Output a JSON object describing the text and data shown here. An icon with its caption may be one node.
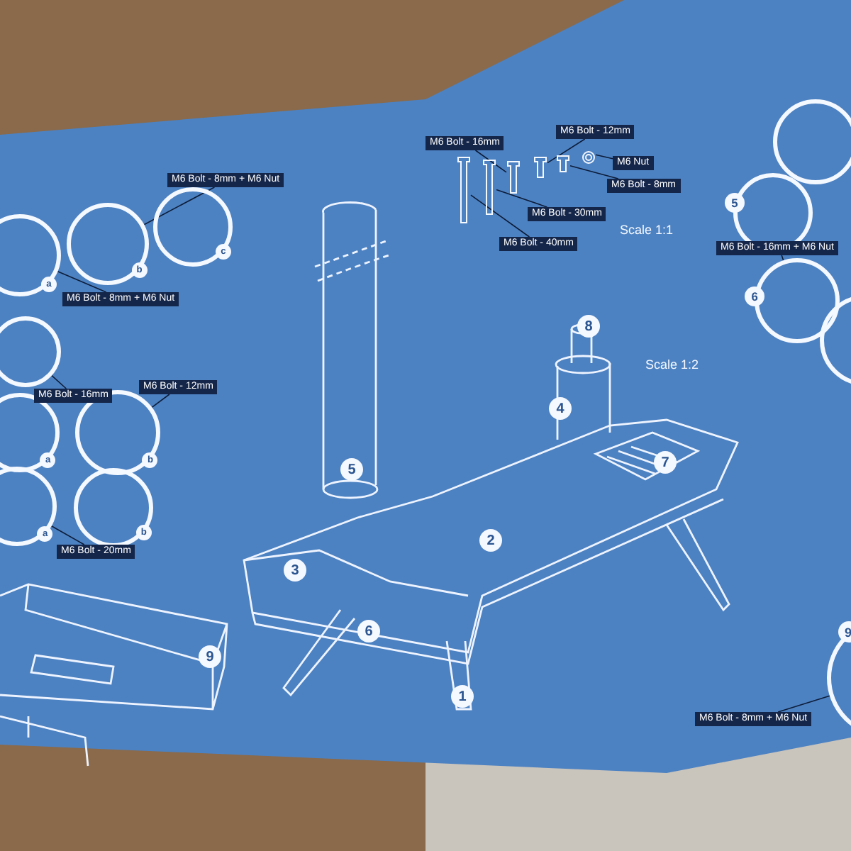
{
  "diagram": {
    "nodes": [
      {
        "text": [
          "M6 Bolt - 16mm"
        ]
      },
      {
        "text": [
          "M6 Bolt - 12mm"
        ]
      },
      {
        "text": [
          "M6 Nut"
        ]
      },
      {
        "text": [
          "M6 Bolt - 8mm"
        ]
      },
      {
        "text": [
          "M6 Bolt - 30mm"
        ]
      },
      {
        "text": [
          "M6 Bolt - 40mm"
        ]
      },
      {
        "text": [],
        "shape": "bolt"
      },
      {
        "text": [],
        "shape": "bolt"
      },
      {
        "text": [],
        "shape": "bolt"
      },
      {
        "text": [],
        "shape": "bolt"
      },
      {
        "text": [],
        "shape": "bolt"
      },
      {
        "text": [],
        "shape": "nut"
      },
      {
        "text": [
          "a"
        ]
      },
      {
        "text": [
          "b"
        ]
      },
      {
        "text": [
          "c"
        ]
      },
      {
        "text": [
          "M6 Bolt - 8mm + M6 Nut"
        ]
      },
      {
        "text": [
          "M6 Bolt - 8mm + M6 Nut"
        ]
      },
      {
        "text": [],
        "shape": "circle"
      },
      {
        "text": [
          "M6 Bolt - 16mm"
        ]
      },
      {
        "text": [
          "a"
        ]
      },
      {
        "text": [
          "b"
        ]
      },
      {
        "text": [
          "M6 Bolt - 12mm"
        ]
      },
      {
        "text": [
          "a"
        ]
      },
      {
        "text": [
          "b"
        ]
      },
      {
        "text": [
          "M6 Bolt - 20mm"
        ]
      },
      {
        "text": [
          "5"
        ]
      },
      {
        "text": [
          "6"
        ]
      },
      {
        "text": [
          "M6 Bolt - 16mm + M6 Nut"
        ]
      },
      {
        "text": [],
        "shape": "circle"
      },
      {
        "text": [],
        "shape": "circle"
      },
      {
        "text": [
          "9"
        ]
      },
      {
        "text": [
          "M6 Bolt - 8mm + M6 Nut"
        ]
      }
    ],
    "edges": [
      {
        "from": 0,
        "to": 8,
        "arrow": "none"
      },
      {
        "from": 1,
        "to": 9,
        "arrow": "none"
      },
      {
        "from": 2,
        "to": 11,
        "arrow": "none"
      },
      {
        "from": 3,
        "to": 10,
        "arrow": "none"
      },
      {
        "from": 4,
        "to": 7,
        "arrow": "none"
      },
      {
        "from": 5,
        "to": 6,
        "arrow": "none"
      },
      {
        "from": 15,
        "to": 13,
        "arrow": "none"
      },
      {
        "from": 16,
        "to": 12,
        "arrow": "none"
      },
      {
        "from": 18,
        "to": 17,
        "arrow": "none"
      },
      {
        "from": 21,
        "to": 20,
        "arrow": "none"
      },
      {
        "from": 24,
        "to": 22,
        "arrow": "none"
      },
      {
        "from": 27,
        "to": 26,
        "arrow": "none"
      },
      {
        "from": 31,
        "to": 30,
        "arrow": "none"
      }
    ],
    "labels": [
      "Scale 1:1",
      "8",
      "Scale 1:2",
      "4",
      "5",
      "7",
      "2",
      "3",
      "6",
      "1",
      "9"
    ]
  }
}
